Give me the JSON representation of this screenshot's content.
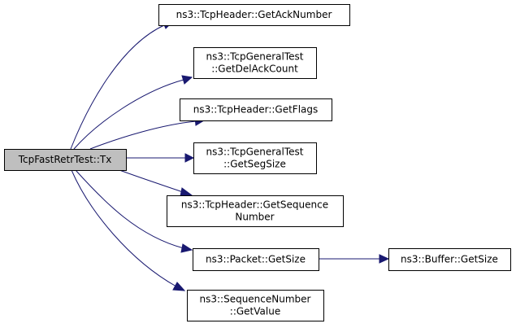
{
  "graph": {
    "root": {
      "id": "root",
      "lines": [
        "TcpFastRetrTest::Tx"
      ]
    },
    "nodes": [
      {
        "id": "getack",
        "lines": [
          "ns3::TcpHeader::GetAckNumber"
        ]
      },
      {
        "id": "getdelack",
        "lines": [
          "ns3::TcpGeneralTest",
          "::GetDelAckCount"
        ]
      },
      {
        "id": "getflags",
        "lines": [
          "ns3::TcpHeader::GetFlags"
        ]
      },
      {
        "id": "getsegsize",
        "lines": [
          "ns3::TcpGeneralTest",
          "::GetSegSize"
        ]
      },
      {
        "id": "getseq",
        "lines": [
          "ns3::TcpHeader::GetSequence",
          "Number"
        ]
      },
      {
        "id": "getsize",
        "lines": [
          "ns3::Packet::GetSize"
        ]
      },
      {
        "id": "getvalue",
        "lines": [
          "ns3::SequenceNumber",
          "::GetValue"
        ]
      },
      {
        "id": "buffersize",
        "lines": [
          "ns3::Buffer::GetSize"
        ]
      }
    ],
    "edges": [
      {
        "from": "root",
        "to": "getack"
      },
      {
        "from": "root",
        "to": "getdelack"
      },
      {
        "from": "root",
        "to": "getflags"
      },
      {
        "from": "root",
        "to": "getsegsize"
      },
      {
        "from": "root",
        "to": "getseq"
      },
      {
        "from": "root",
        "to": "getsize"
      },
      {
        "from": "root",
        "to": "getvalue"
      },
      {
        "from": "getsize",
        "to": "buffersize"
      }
    ],
    "colors": {
      "edge": "#191970",
      "root_fill": "#bfbfbf",
      "node_fill": "#ffffff",
      "border": "#000000"
    }
  }
}
